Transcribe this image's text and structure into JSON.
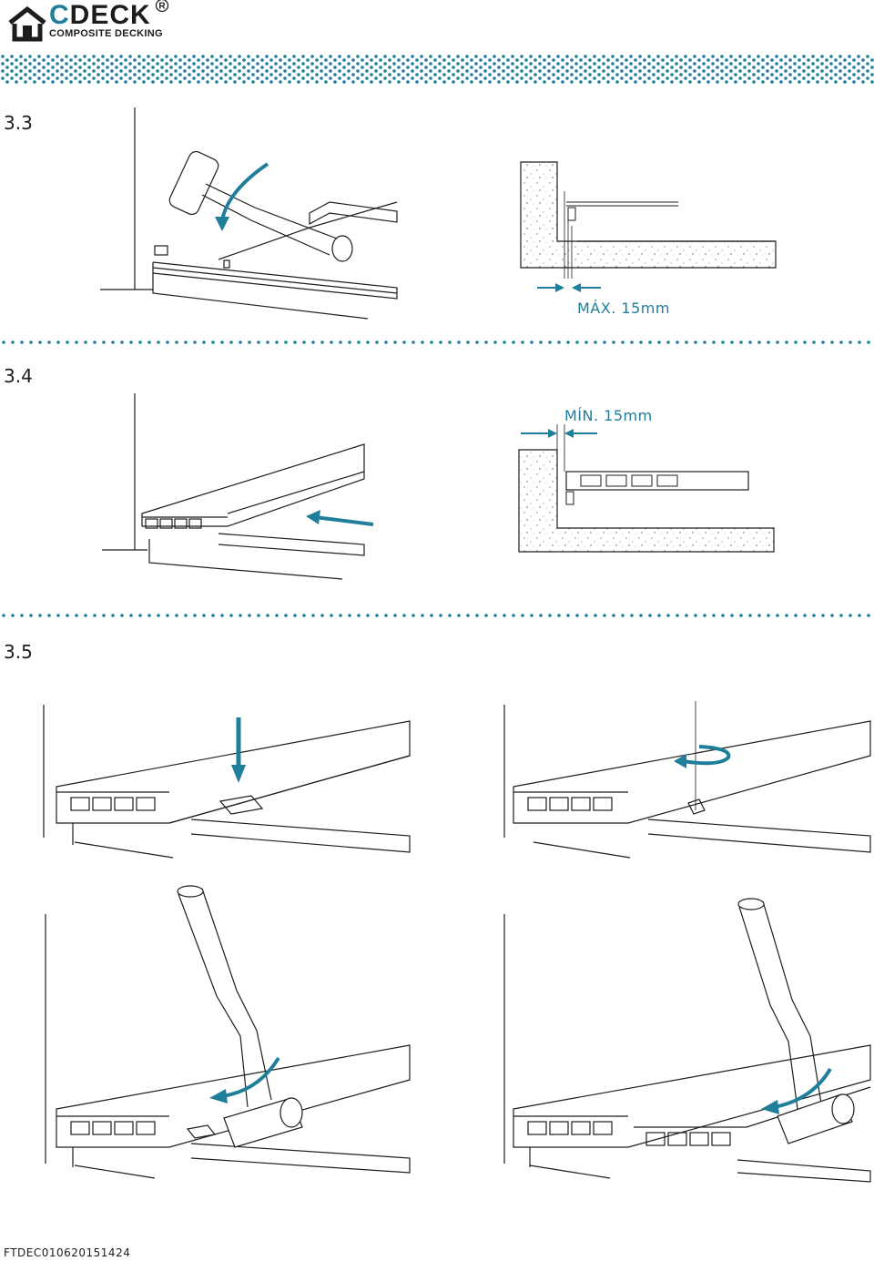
{
  "brand": {
    "name_c": "C",
    "name_rest": "DECK",
    "registered": "R",
    "tagline": "COMPOSITE DECKING"
  },
  "steps": {
    "s33": {
      "label": "3.3",
      "dimension": "MÁX. 15mm"
    },
    "s34": {
      "label": "3.4",
      "dimension": "MÍN. 15mm"
    },
    "s35": {
      "label": "3.5"
    }
  },
  "footer": {
    "code": "FTDEC010620151424"
  },
  "colors": {
    "accent": "#1f7f9a",
    "line": "#1d1d1b"
  }
}
